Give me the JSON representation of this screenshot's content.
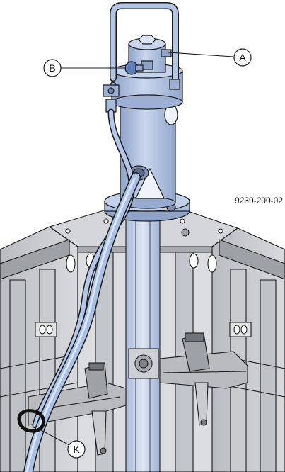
{
  "figure": {
    "part_number": "9239-200-02",
    "callouts": {
      "a": "A",
      "b": "B",
      "k": "K"
    }
  },
  "colors": {
    "pump_blue": "#b9c9e6",
    "pump_shadow": "#8fa3c9",
    "frame_gray": "#c6c8cc",
    "frame_dark": "#8e9196",
    "outline": "#1b1b1b",
    "hose_blue": "#a9c0e4",
    "clamp_black": "#111111"
  }
}
